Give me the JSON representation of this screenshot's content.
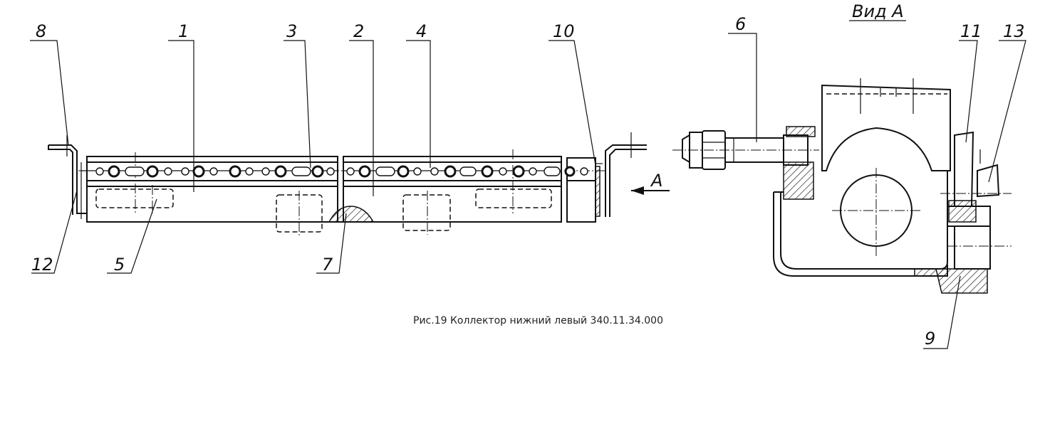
{
  "caption": "Рис.19 Коллектор нижний левый 340.11.34.000",
  "view_title": "Вид А",
  "arrow_label": "А",
  "callouts": {
    "c1": "1",
    "c2": "2",
    "c3": "3",
    "c4": "4",
    "c5": "5",
    "c6": "6",
    "c7": "7",
    "c8": "8",
    "c9": "9",
    "c10": "10",
    "c11": "11",
    "c12": "12",
    "c13": "13"
  }
}
